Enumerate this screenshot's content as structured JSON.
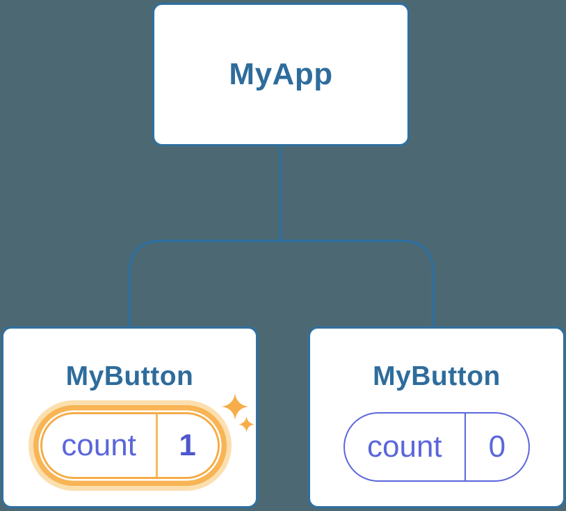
{
  "tree": {
    "root": {
      "title": "MyApp"
    },
    "children": [
      {
        "title": "MyButton",
        "state_label": "count",
        "state_value": "1",
        "highlighted": true
      },
      {
        "title": "MyButton",
        "state_label": "count",
        "state_value": "0",
        "highlighted": false
      }
    ]
  },
  "colors": {
    "background": "#4C6973",
    "card_border": "#2F6FA0",
    "card_title": "#2E6C9C",
    "connector": "#2F6FA0",
    "state_purple": "#5B66DB",
    "state_value_dark_purple": "#4E57CC",
    "highlight_ring_orange": "#F8B455",
    "highlight_halo_orange": "#FBDFAE",
    "sparkle_orange": "#F6AD4A"
  }
}
